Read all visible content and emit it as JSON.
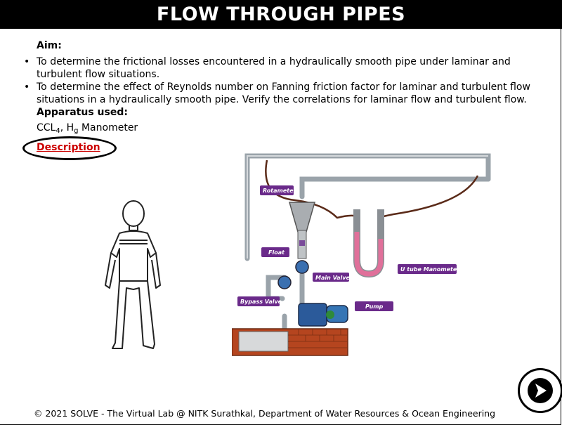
{
  "header": {
    "title": "FLOW THROUGH PIPES"
  },
  "aim": {
    "heading": "Aim:",
    "items": [
      "To determine the frictional losses encountered in a hydraulically smooth pipe under laminar and turbulent flow situations.",
      "To determine the effect of Reynolds number on Fanning friction factor for laminar and turbulent flow situations in a hydraulically smooth pipe. Verify the correlations for laminar flow and turbulent flow."
    ]
  },
  "apparatus": {
    "heading": "Apparatus used:",
    "ccl": "CCL",
    "ccl_sub": "4",
    "sep": ", H",
    "hg_sub": "g",
    "rest": " Manometer"
  },
  "description_link": "Description",
  "diagram_labels": {
    "rotameter": "Rotameter",
    "float": "Float",
    "main_valve": "Main Valve",
    "bypass_valve": "Bypass Valve",
    "pump": "Pump",
    "u_tube": "U tube Manometer"
  },
  "footer": "© 2021 SOLVE - The Virtual Lab @ NITK Surathkal, Department of Water Resources & Ocean Engineering",
  "colors": {
    "title_bg": "#000000",
    "link": "#cc0000",
    "label_bg": "#6a2a8a",
    "manometer_fluid": "#e0709a",
    "brick": "#b5451f"
  },
  "icons": {
    "next": "play-arrow-icon"
  }
}
